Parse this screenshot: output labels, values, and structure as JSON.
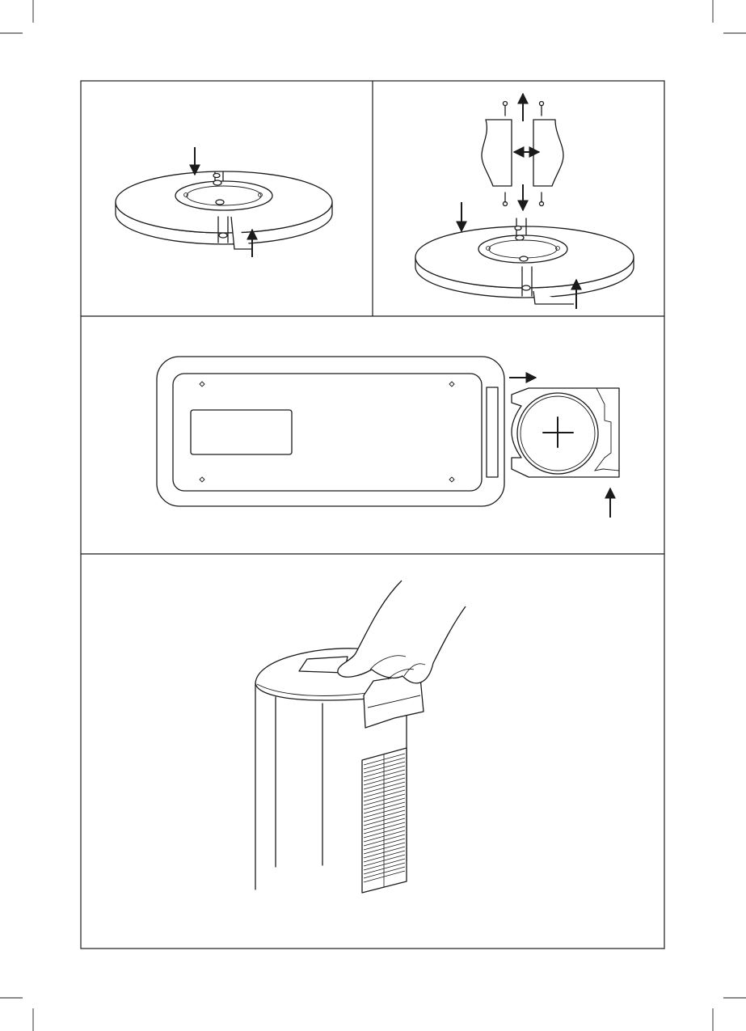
{
  "document": {
    "type": "instruction-manual-illustration-page",
    "panels": [
      {
        "id": "panel-1",
        "depicts": "base-halves-joined"
      },
      {
        "id": "panel-2",
        "depicts": "base-assembly-with-screws"
      },
      {
        "id": "panel-3",
        "depicts": "remote-battery-compartment"
      },
      {
        "id": "panel-4",
        "depicts": "hand-lifting-top-filter-cover"
      }
    ]
  },
  "icons": {
    "arrow": "arrow-icon",
    "screw": "screw-icon",
    "battery": "battery-icon"
  },
  "colors": {
    "ink": "#1a1a1a",
    "paper": "#ffffff"
  }
}
